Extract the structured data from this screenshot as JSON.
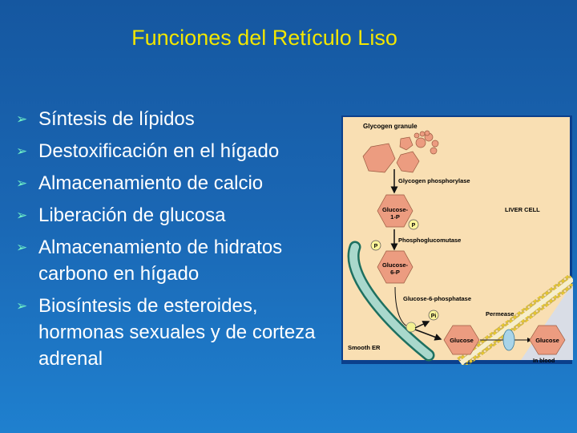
{
  "title": "Funciones del Retículo Liso",
  "bullets": [
    {
      "text": "Síntesis de lípidos"
    },
    {
      "text": "Destoxificación en el hígado"
    },
    {
      "text": "Almacenamiento de calcio"
    },
    {
      "text": "Liberación de glucosa"
    },
    {
      "text": "Almacenamiento de hidratos carbono en hígado"
    },
    {
      "text": "Biosíntesis de esteroides, hormonas sexuales y de corteza adrenal"
    }
  ],
  "bullet_icon": "arrowhead-bullet",
  "figure": {
    "glycogen_granule": "Glycogen granule",
    "glycogen_phosphorylase": "Glycogen phosphorylase",
    "glucose_1p_a": "Glucose-",
    "glucose_1p_b": "1-P",
    "liver_cell": "LIVER CELL",
    "p": "P",
    "phosphoglucomutase": "Phosphoglucomutase",
    "glucose_6p_a": "Glucose-",
    "glucose_6p_b": "6-P",
    "glucose_6_phosphatase": "Glucose-6-phosphatase",
    "pi": "Pi",
    "permease": "Permease",
    "glucose": "Glucose",
    "smooth_er": "Smooth ER",
    "in_blood": "In blood"
  },
  "colors": {
    "title": "#f2e600",
    "bullet": "#6ff0c8",
    "figure_bg": "#f9dfb3",
    "hexagon": "#ec9c80"
  }
}
